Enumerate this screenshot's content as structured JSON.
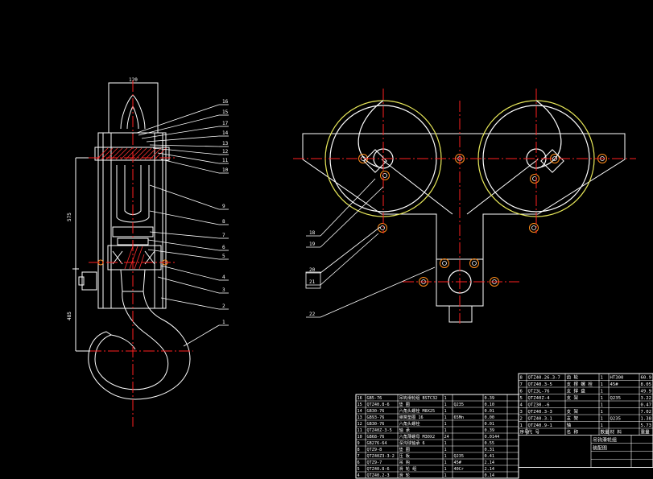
{
  "colors": {
    "background": "#000000",
    "outline": "#ffffff",
    "centerline": "#ff2020",
    "hatch": "#ff3030",
    "pulley": "#e8e85a",
    "bolt": "#ff8c1a"
  },
  "hook_view": {
    "top_dim": "120",
    "side_dim_upper": "575",
    "side_dim_lower": "485",
    "callouts": [
      "16",
      "15",
      "17",
      "14",
      "13",
      "12",
      "11",
      "10",
      "9",
      "8",
      "7",
      "6",
      "5",
      "4",
      "3",
      "2",
      "1"
    ]
  },
  "trolley_view": {
    "callouts": [
      "18",
      "19",
      "20",
      "21",
      "22"
    ]
  },
  "right_table": {
    "rows": [
      [
        "8",
        "QTZ40.26.3-7",
        "齿 轮",
        "1",
        "HT300",
        "60.9"
      ],
      [
        "7",
        "QTZ40.3-5",
        "支 撑 螺 栓",
        "1",
        "45#",
        "8.05"
      ],
      [
        "6",
        "QTZ3L-76",
        "支 撑 盘",
        "1",
        "",
        "49.9"
      ],
      [
        "5",
        "QTZ40Z-4",
        "支 架",
        "1",
        "Q235",
        "3.22"
      ],
      [
        "4",
        "QTZ30.-6",
        "",
        "1",
        "",
        "0.47"
      ],
      [
        "3",
        "QTZ40.3-3",
        "支 架",
        "1",
        "",
        "7.02"
      ],
      [
        "2",
        "QTZ40.3.1",
        "支 架",
        "1",
        "Q235",
        "1.38"
      ],
      [
        "1",
        "QTZ40.9-1",
        "轴",
        "1",
        "",
        "5.73"
      ]
    ],
    "footer": [
      "序号",
      "代 号",
      "名 称",
      "数量",
      "材 料",
      "重量"
    ],
    "note_lines": [
      "吊钩滑轮组",
      "装配图"
    ]
  },
  "left_table": {
    "rows": [
      [
        "16",
        "GB5-76",
        "吊钩滑轮组 BSTC32",
        "1",
        "",
        "0.39"
      ],
      [
        "15",
        "QTZ40.8-6",
        "垫 圈",
        "1",
        "Q235",
        "0.10"
      ],
      [
        "14",
        "GB30-76",
        "六角头螺栓 M8X25",
        "1",
        "",
        "0.01"
      ],
      [
        "13",
        "GB93-76",
        "弹簧垫圈 16",
        "1",
        "65Mn",
        "0.00"
      ],
      [
        "12",
        "GB30-76",
        "六角头螺栓",
        "1",
        "",
        "0.01"
      ],
      [
        "11",
        "QTZ40Z-3-5",
        "轴 承",
        "1",
        "",
        "0.39"
      ],
      [
        "10",
        "GB68-76",
        "六角薄螺母 M30X2",
        "24",
        "",
        "0.0144"
      ],
      [
        "9",
        "GB276-64",
        "深沟球轴承 6",
        "1",
        "",
        "0.55"
      ],
      [
        "8",
        "QTZ9-8",
        "垫 圈",
        "1",
        "",
        "0.31"
      ],
      [
        "7",
        "QTZ40Z3-3-2",
        "压 板",
        "1",
        "Q235",
        "0.41"
      ],
      [
        "6",
        "QTZ9-7",
        "吊 钩",
        "1",
        "45#",
        "2.14"
      ],
      [
        "5",
        "QTZ40.8-6",
        "滑 轮 组",
        "1",
        "40Cr",
        "2.14"
      ],
      [
        "4",
        "QTZ40.2-3",
        "滑 轮",
        "1",
        "",
        "0.14"
      ]
    ]
  }
}
